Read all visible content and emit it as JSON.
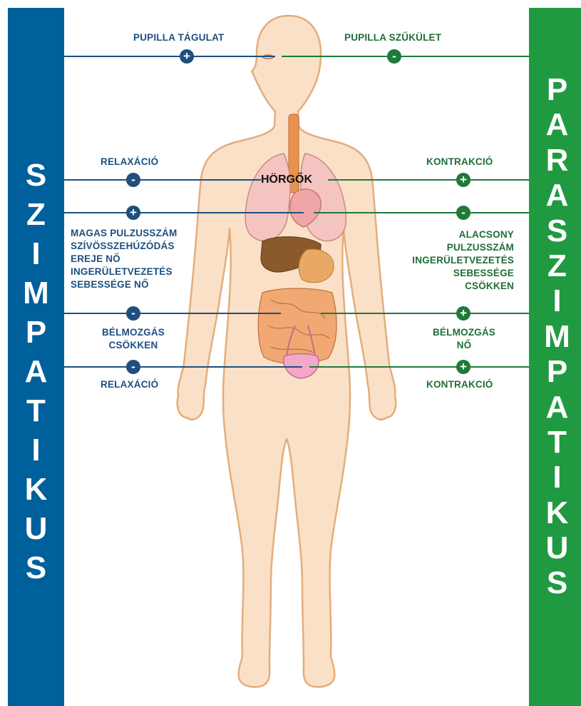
{
  "left_panel": {
    "letters": [
      "S",
      "Z",
      "I",
      "M",
      "P",
      "A",
      "T",
      "I",
      "K",
      "U",
      "S"
    ],
    "color": "#00609b"
  },
  "right_panel": {
    "letters": [
      "P",
      "A",
      "R",
      "A",
      "S",
      "Z",
      "I",
      "M",
      "P",
      "A",
      "T",
      "I",
      "K",
      "U",
      "S"
    ],
    "color": "#1f9a40"
  },
  "center": {
    "bronchi_label": "HÖRGŐK"
  },
  "sympathetic": {
    "pupil": {
      "label": "PUPILLA TÁGULAT",
      "sign": "+"
    },
    "bronchi": {
      "label": "RELAXÁCIÓ",
      "sign": "-"
    },
    "heart": {
      "sign": "+",
      "lines": [
        "MAGAS PULZUSSZÁM",
        "SZÍVÖSSZEHÚZÓDÁS",
        "EREJE NŐ",
        "INGERÜLETVEZETÉS",
        "SEBESSÉGE NŐ"
      ]
    },
    "intestine": {
      "sign": "-",
      "lines": [
        "BÉLMOZGÁS",
        "CSÖKKEN"
      ]
    },
    "bladder": {
      "label": "RELAXÁCIÓ",
      "sign": "-"
    }
  },
  "parasympathetic": {
    "pupil": {
      "label": "PUPILLA SZŰKÜLET",
      "sign": "-"
    },
    "bronchi": {
      "label": "KONTRAKCIÓ",
      "sign": "+"
    },
    "heart": {
      "sign": "-",
      "lines": [
        "ALACSONY",
        "PULZUSSZÁM",
        "INGERÜLETVEZETÉS",
        "SEBESSÉGE",
        "CSÖKKEN"
      ]
    },
    "intestine": {
      "sign": "+",
      "lines": [
        "BÉLMOZGÁS",
        "NŐ"
      ]
    },
    "bladder": {
      "label": "KONTRAKCIÓ",
      "sign": "+"
    }
  }
}
